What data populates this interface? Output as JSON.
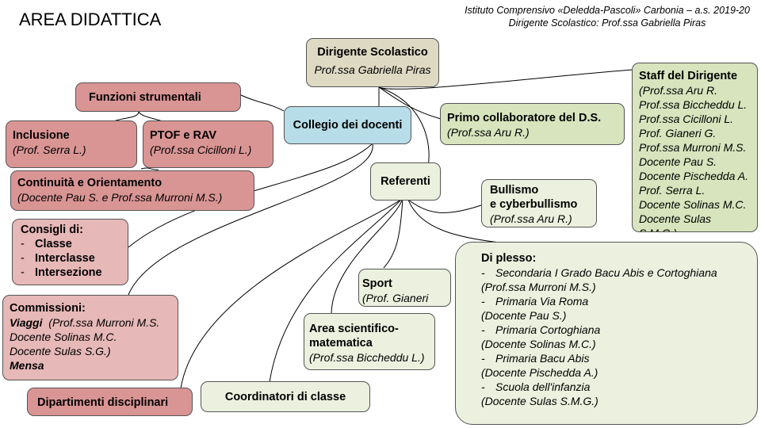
{
  "title": "AREA DIDATTICA",
  "header": {
    "line1": "Istituto Comprensivo «Deledda-Pascoli» Carbonia – a.s. 2019-20",
    "line2": "Dirigente Scolastico: Prof.ssa Gabriella Piras"
  },
  "dirigente": {
    "label": "Dirigente Scolastico",
    "name": "Prof.ssa Gabriella Piras"
  },
  "funzioni": {
    "label": "Funzioni strumentali"
  },
  "collegio": {
    "label": "Collegio dei docenti"
  },
  "inclusione": {
    "label": "Inclusione",
    "name": "(Prof. Serra L.)"
  },
  "ptof": {
    "label": "PTOF e RAV",
    "name": "(Prof.ssa Cicilloni L.)"
  },
  "continuita": {
    "label": "Continuità e Orientamento",
    "name": "(Docente Pau S. e Prof.ssa Murroni M.S.)"
  },
  "primo": {
    "label": "Primo collaboratore del D.S.",
    "name": "(Prof.ssa Aru R.)"
  },
  "staff": {
    "label": "Staff del Dirigente",
    "members": [
      "(Prof.ssa Aru R.",
      "Prof.ssa Biccheddu L.",
      "Prof.ssa Cicilloni L.",
      "Prof. Gianeri G.",
      "Prof.ssa Murroni M.S.",
      "Docente Pau S.",
      "Docente Pischedda A.",
      "Prof. Serra L.",
      "Docente Solinas M.C.",
      "Docente Sulas S.M.G.)"
    ]
  },
  "referenti": {
    "label": "Referenti"
  },
  "bullismo": {
    "line1": "Bullismo",
    "line2": "e cyberbullismo",
    "name": "(Prof.ssa Aru R.)"
  },
  "consigli": {
    "label": "Consigli di:",
    "items": [
      "Classe",
      "Interclasse",
      "Intersezione"
    ]
  },
  "commissioni": {
    "label": "Commissioni:",
    "viaggi": "Viaggi",
    "viaggi_names": [
      "(Prof.ssa Murroni M.S.",
      "Docente Solinas M.C.",
      "Docente Sulas S.G.)"
    ],
    "mensa": "Mensa"
  },
  "sport": {
    "label": "Sport",
    "name": "(Prof. Gianeri G.)"
  },
  "area": {
    "line1": "Area scientifico-",
    "line2": "matematica",
    "name": "(Prof.ssa Biccheddu L.)"
  },
  "plesso": {
    "label": "Di plesso:",
    "items": [
      {
        "school": "Secondaria I Grado Bacu Abis e Cortoghiana",
        "name": "(Prof.ssa Murroni M.S.)"
      },
      {
        "school": "Primaria Via Roma",
        "name": "(Docente Pau S.)"
      },
      {
        "school": "Primaria Cortoghiana",
        "name": "(Docente Solinas M.C.)"
      },
      {
        "school": "Primaria Bacu Abis",
        "name": "(Docente Pischedda A.)"
      },
      {
        "school": "Scuola dell'infanzia",
        "name": "(Docente Sulas S.M.G.)"
      }
    ]
  },
  "dipartimenti": {
    "label": "Dipartimenti disciplinari"
  },
  "coordinatori": {
    "label": "Coordinatori di classe"
  }
}
